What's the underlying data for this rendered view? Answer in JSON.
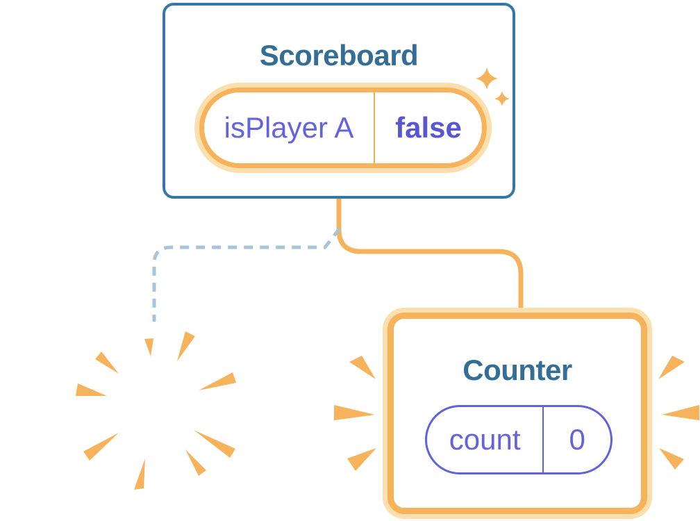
{
  "diagram": {
    "scoreboard": {
      "title": "Scoreboard",
      "state": {
        "name": "isPlayer A",
        "value": "false"
      }
    },
    "counter": {
      "title": "Counter",
      "state": {
        "name": "count",
        "value": "0"
      }
    }
  },
  "colors": {
    "accent_orange": "#F6B35C",
    "light_orange": "#FBDFAD",
    "card_border_blue": "#3578A6",
    "title_blue": "#346E96",
    "state_purple": "#6363DD",
    "state_value_purple": "#5856D2",
    "dashed_line_blue": "#A8C4D8",
    "background": "#ffffff"
  },
  "icons": {
    "sparkles": "sparkles-icon",
    "poof": "poof-burst-icon",
    "emphasis_left": "emphasis-burst-left-icon",
    "emphasis_right": "emphasis-burst-right-icon"
  }
}
